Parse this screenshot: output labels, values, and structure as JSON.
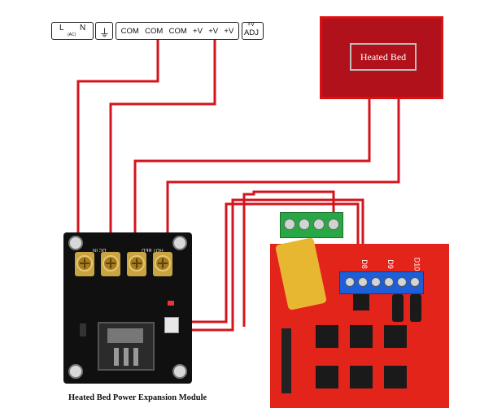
{
  "power_supply_terminals": {
    "l_label": "L",
    "ac_label": "(AC)",
    "n_label": "N",
    "ground_symbol": "⏚",
    "terminals": [
      "COM",
      "COM",
      "COM",
      "+V",
      "+V",
      "+V"
    ],
    "adj_top": "+V",
    "adj_bottom": "ADJ"
  },
  "heated_bed": {
    "label": "Heated Bed",
    "fill_color": "#b0111a"
  },
  "module": {
    "caption": "Heated Bed Power Expansion Module",
    "labels": {
      "dc_in": "DC IN",
      "hot_bed": "HOT BED"
    }
  },
  "ramps_board": {
    "labels": {
      "d8": "D8",
      "d9": "D9",
      "d10": "D10"
    }
  },
  "colors": {
    "wire": "#d4141c",
    "board": "#e3241b",
    "module": "#101010"
  }
}
